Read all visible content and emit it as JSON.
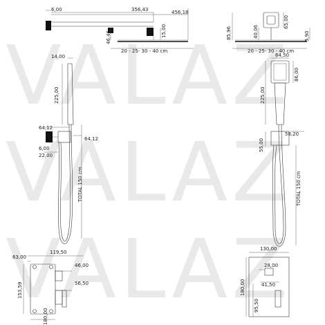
{
  "watermark": {
    "text": "VALAZ"
  },
  "dimensions": {
    "tl_6": "6,00",
    "tl_356": "356,43",
    "tl_456": "456,18",
    "tl_46": "46,46",
    "tl_15": "15,00",
    "tl_range": "20 - 25- 30 - 40 cm",
    "tr_85": "85,96",
    "tr_40": "40,06",
    "tr_65": "65,00",
    "tr_5": "5,90",
    "tr_range": "20 - 25- 30 - 40 cm",
    "ml_14": "14,00",
    "ml_225": "225,00",
    "ml_64a": "64,12",
    "ml_64b": "64,12",
    "ml_6": "6,00",
    "ml_22": "22,00",
    "ml_total": "TOTAL 150 cm",
    "mr_64": "64,50",
    "mr_225": "225,00",
    "mr_86": "86,00",
    "mr_58": "58,20",
    "mr_55": "55,00",
    "mr_total": "TOTAL 150 cm",
    "bl_119": "119,50",
    "bl_63": "63,00",
    "bl_46": "46,00",
    "bl_56": "56,50",
    "bl_153": "153,59",
    "bl_180": "180,00",
    "br_130": "130,00",
    "br_28": "28,00",
    "br_41": "41,50",
    "br_180": "180,00",
    "br_95": "95,50"
  }
}
